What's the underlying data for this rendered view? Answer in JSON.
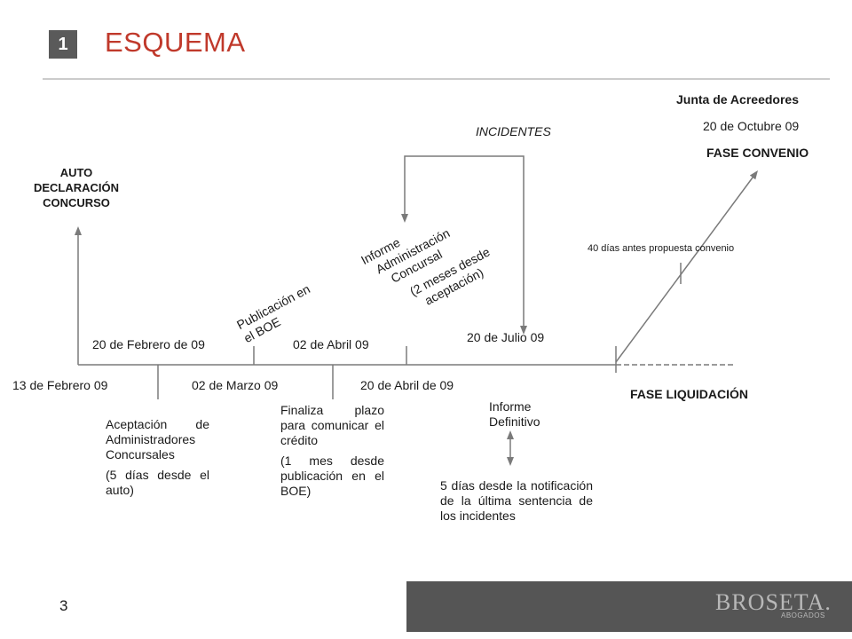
{
  "header": {
    "slide_number": "1",
    "title": "ESQUEMA"
  },
  "auto": {
    "line1": "AUTO",
    "line2": "DECLARACIÓN",
    "line3": "CONCURSO"
  },
  "top_dates": {
    "feb20": "20 de Febrero de 09",
    "apr02": "02 de Abril 09",
    "jul20": "20 de Julio 09"
  },
  "bottom_dates": {
    "feb13": "13 de Febrero 09",
    "mar02": "02 de Marzo 09",
    "apr20": "20 de Abril de 09"
  },
  "rotated": {
    "boe_line1": "Publicación en",
    "boe_line2": "el BOE",
    "informe_line1": "Informe",
    "informe_line2": "Administración",
    "informe_line3": "Concursal",
    "informe_line4": "(2 meses desde",
    "informe_line5": "aceptación)"
  },
  "incidentes": "INCIDENTES",
  "junta": {
    "title": "Junta de Acreedores",
    "date": "20 de Octubre 09",
    "phase": "FASE CONVENIO"
  },
  "forty_days": "40 días antes propuesta convenio",
  "fase_liquidacion": "FASE LIQUIDACIÓN",
  "notes": {
    "aceptacion": "Aceptación de Administradores Concursales",
    "aceptacion_sub": "(5 días desde el auto)",
    "finaliza": "Finaliza plazo para comunicar el crédito",
    "finaliza_sub": "(1 mes desde publicación en el BOE)",
    "informe_def_line1": "Informe",
    "informe_def_line2": "Definitivo",
    "cinco_dias": "5 días desde la notificación de la última sentencia de los incidentes"
  },
  "footer": {
    "page_number": "3",
    "logo": "BROSETA.",
    "logo_sub": "ABOGADOS"
  }
}
